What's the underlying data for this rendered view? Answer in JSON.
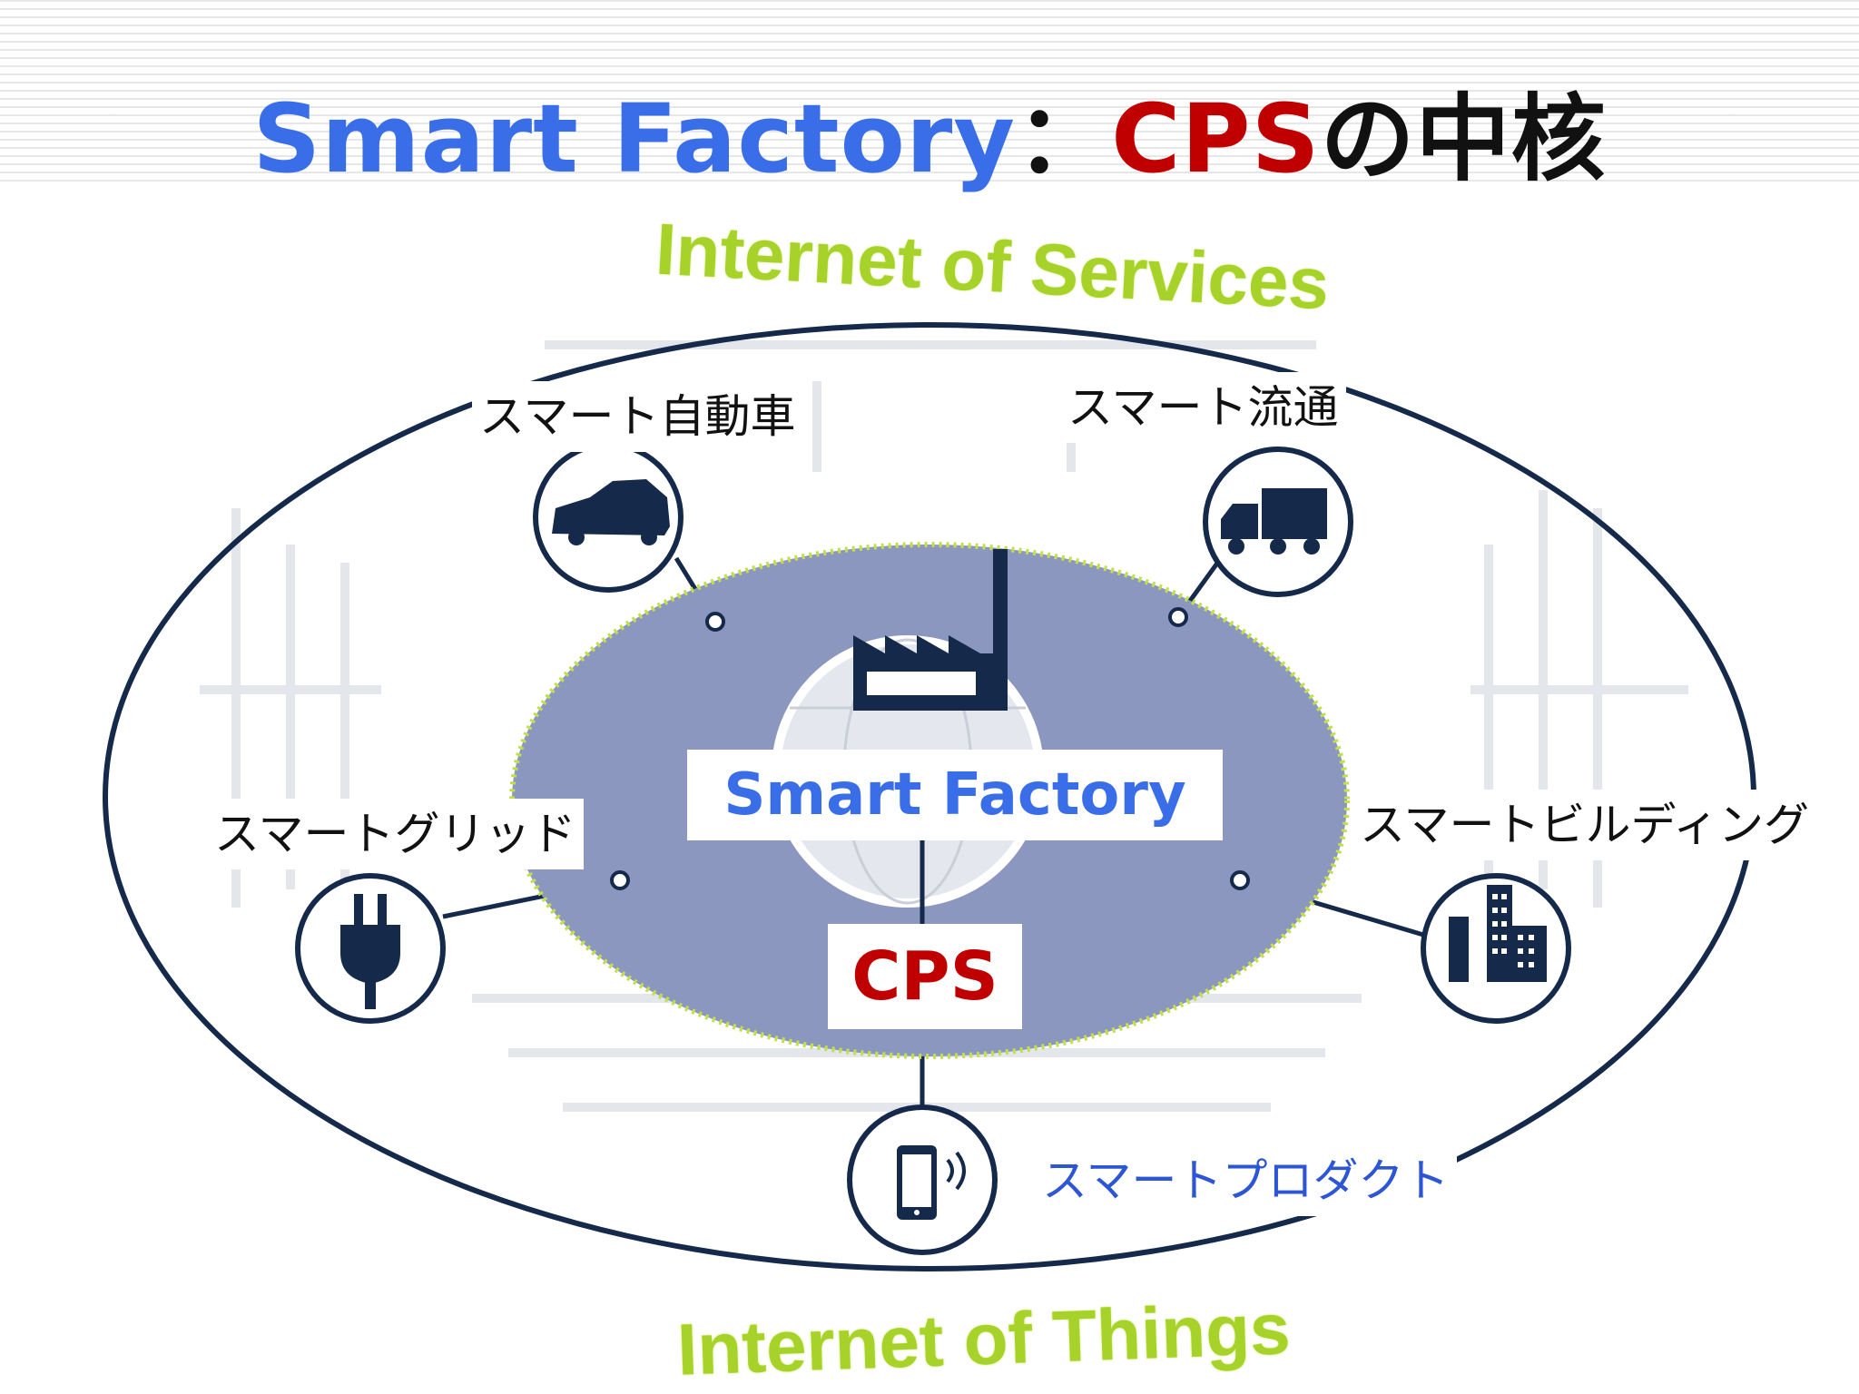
{
  "title": {
    "part1": "Smart Factory",
    "separator": "：",
    "part2": "CPS",
    "part3": "の中核"
  },
  "outer_ring": {
    "top_label": "Internet of Services",
    "bottom_label": "Internet of Things"
  },
  "center": {
    "smart_factory": "Smart Factory",
    "cps": "CPS"
  },
  "nodes": {
    "car": "スマート自動車",
    "logistics": "スマート流通",
    "grid": "スマートグリッド",
    "building": "スマートビルディング",
    "product": "スマートプロダクト"
  },
  "icons": {
    "car": "car-icon",
    "truck": "truck-icon",
    "plug": "plug-icon",
    "building": "building-icon",
    "phone": "smartphone-icon",
    "factory": "factory-icon"
  },
  "colors": {
    "title_blue": "#3a6ee8",
    "title_red": "#c00000",
    "arc_green": "#a6d22a",
    "inner_ellipse": "#8b97be",
    "outline_navy": "#15294a"
  }
}
